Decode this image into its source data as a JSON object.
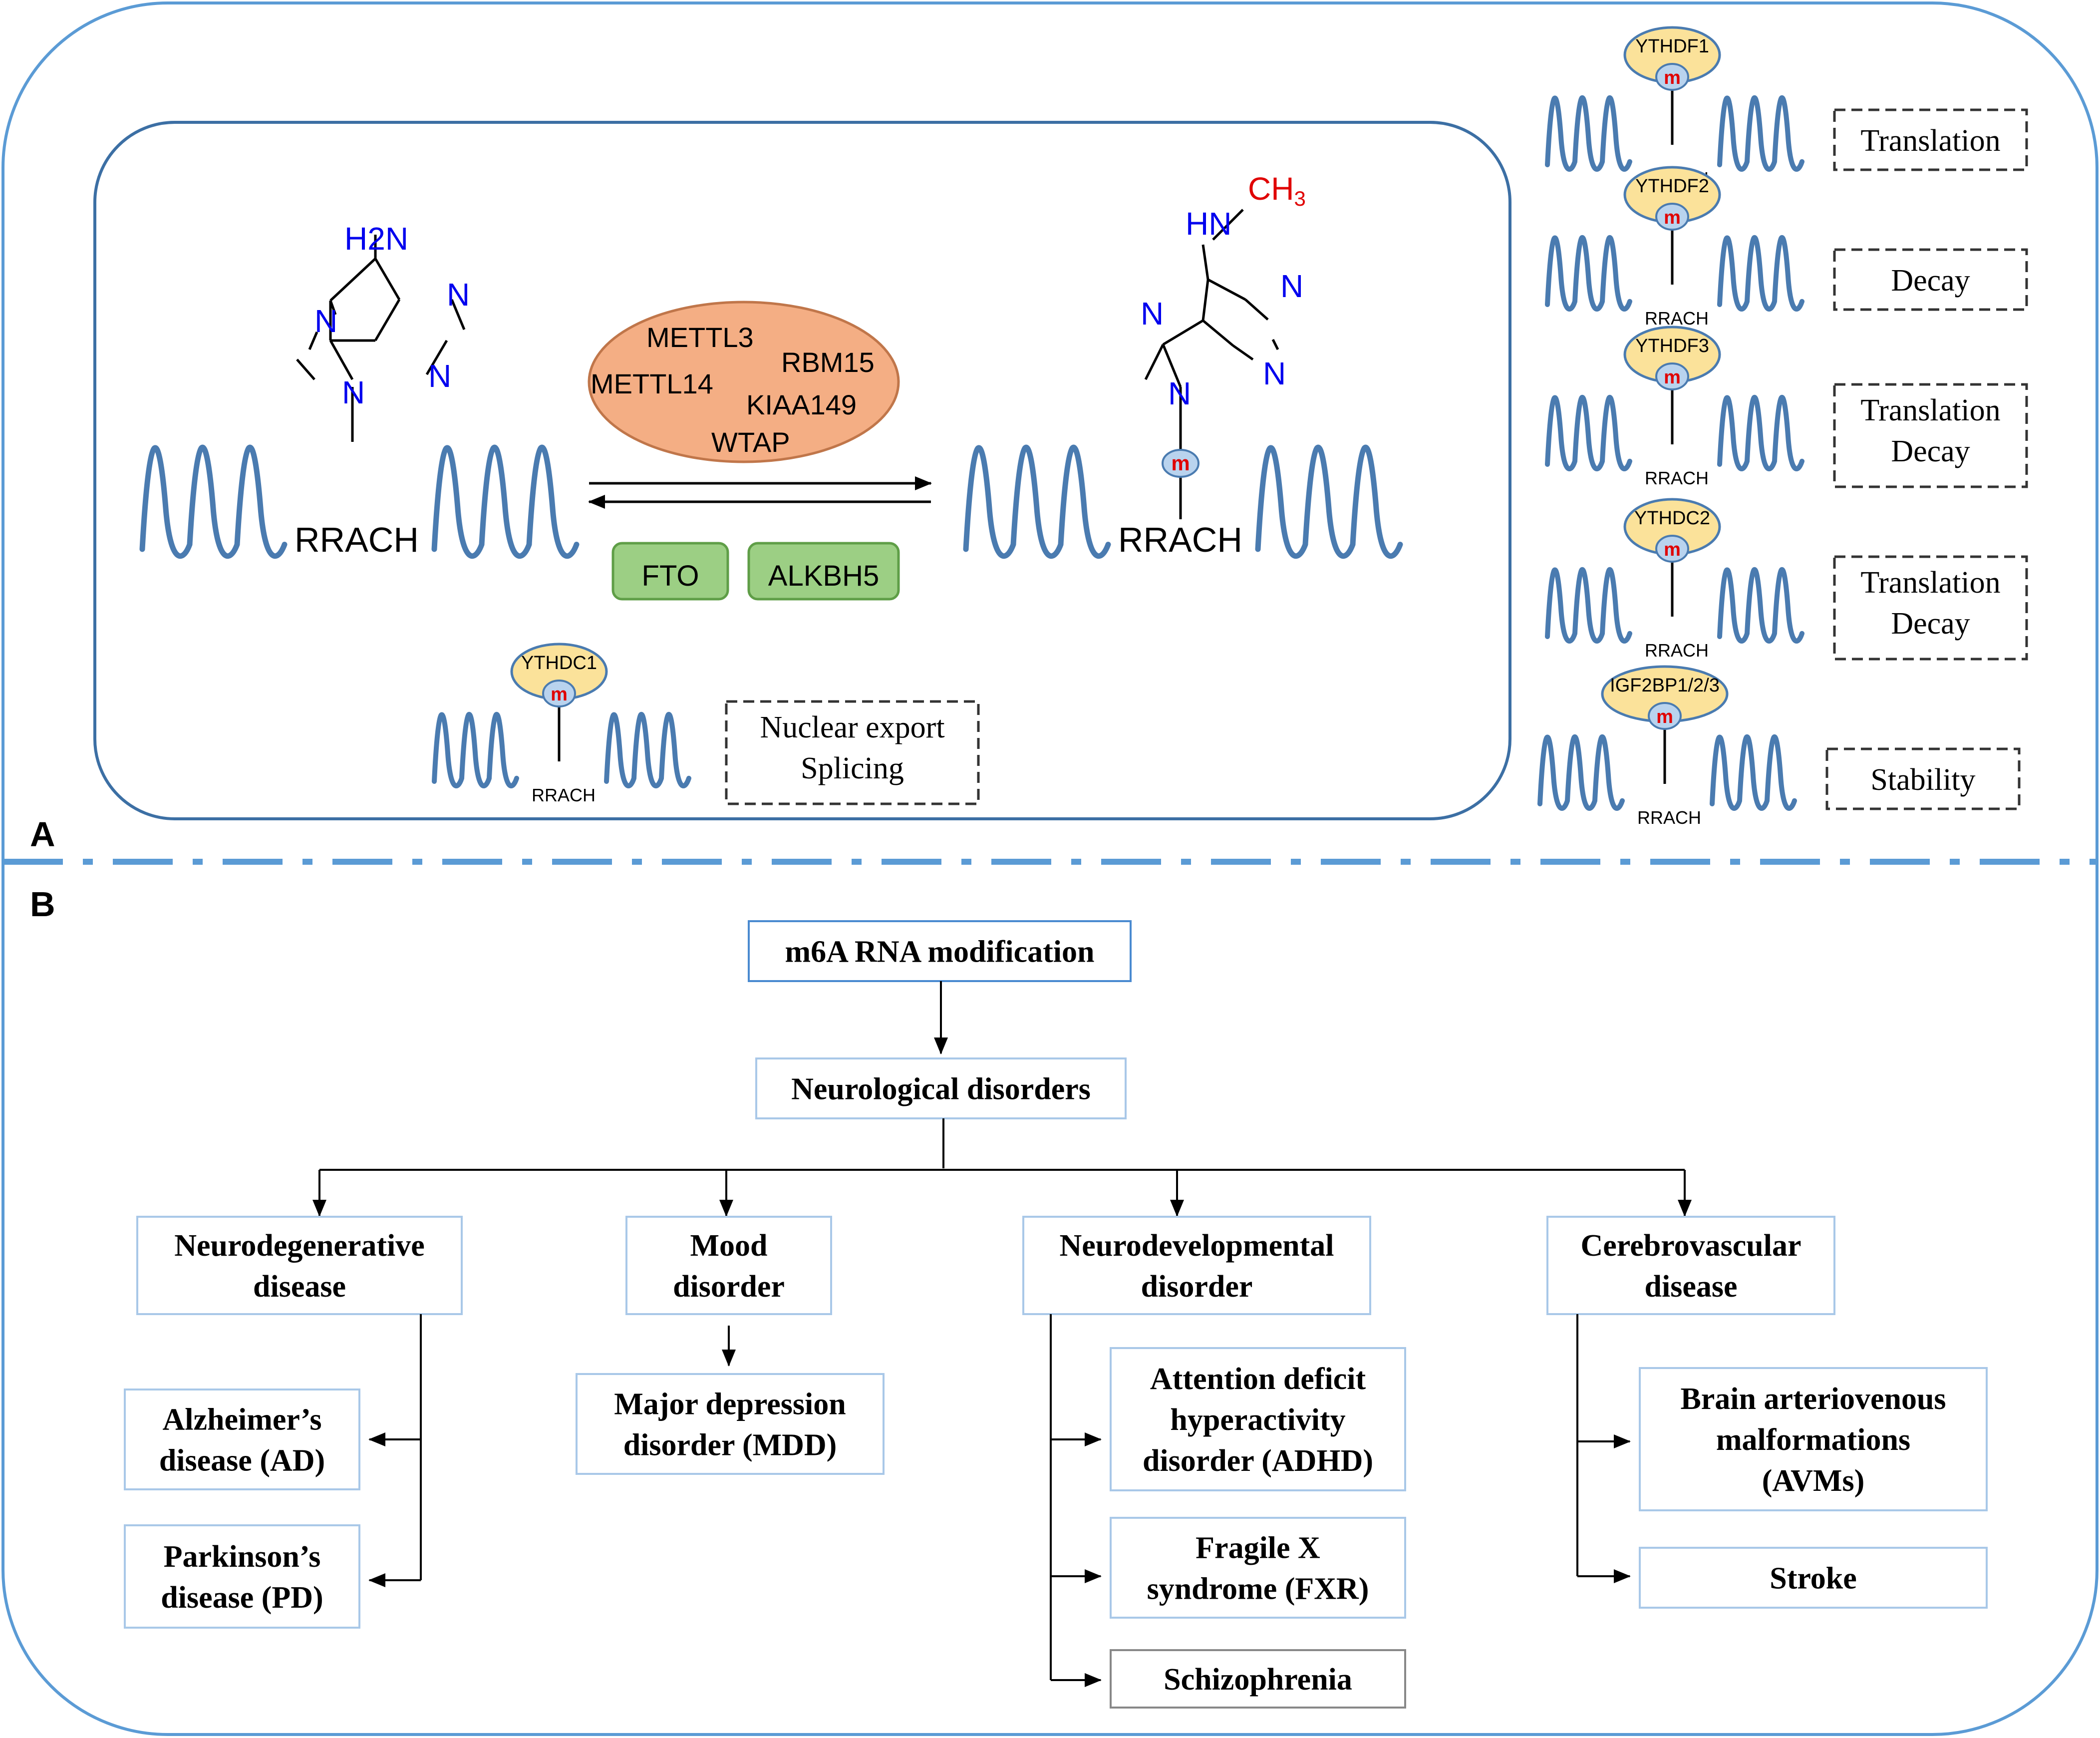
{
  "panel_labels": {
    "a": "A",
    "b": "B"
  },
  "colors": {
    "border": "#5b9bd5",
    "wave": "#4a7bb0",
    "writer_fill": "#f4ae84",
    "writer_stroke": "#c0764a",
    "eraser_fill": "#9ccf84",
    "eraser_stroke": "#5f9e47",
    "reader_fill": "#fbe29a",
    "reader_stroke": "#4a7bb0",
    "m_fill": "#b9d3ee",
    "m_text": "#e00000",
    "nitrogen": "#0000ee",
    "methyl": "#e00000",
    "box_border": "#a9c8e8"
  },
  "panel_a": {
    "motif": "RRACH",
    "adenine": {
      "nh2": "H2N",
      "n": "N"
    },
    "m6a": {
      "hn": "HN",
      "ch3": "CH3",
      "n": "N"
    },
    "m_mark": "m",
    "writers": [
      "METTL3",
      "METTL14",
      "RBM15",
      "KIAA149",
      "WTAP"
    ],
    "erasers": [
      "FTO",
      "ALKBH5"
    ],
    "nuclear_reader": {
      "name": "YTHDC1",
      "functions": [
        "Nuclear export",
        "Splicing"
      ]
    },
    "readers": [
      {
        "name": "YTHDF1",
        "functions": [
          "Translation"
        ]
      },
      {
        "name": "YTHDF2",
        "functions": [
          "Decay"
        ]
      },
      {
        "name": "YTHDF3",
        "functions": [
          "Translation",
          "Decay"
        ]
      },
      {
        "name": "YTHDC2",
        "functions": [
          "Translation",
          "Decay"
        ]
      },
      {
        "name": "IGF2BP1/2/3",
        "functions": [
          "Stability"
        ]
      }
    ]
  },
  "panel_b": {
    "root": "m6A RNA modification",
    "level1": "Neurological disorders",
    "categories": [
      {
        "lines": [
          "Neurodegenerative",
          "disease"
        ],
        "children": [
          [
            "Alzheimer’s",
            "disease (AD)"
          ],
          [
            "Parkinson’s",
            "disease (PD)"
          ]
        ]
      },
      {
        "lines": [
          "Mood",
          "disorder"
        ],
        "children": [
          [
            "Major depression",
            "disorder (MDD)"
          ]
        ]
      },
      {
        "lines": [
          "Neurodevelopmental",
          "disorder"
        ],
        "children": [
          [
            "Attention deficit",
            "hyperactivity",
            "disorder (ADHD)"
          ],
          [
            "Fragile X",
            "syndrome (FXR)"
          ],
          [
            "Schizophrenia"
          ]
        ]
      },
      {
        "lines": [
          "Cerebrovascular",
          "disease"
        ],
        "children": [
          [
            "Brain arteriovenous",
            "malformations",
            "(AVMs)"
          ],
          [
            "Stroke"
          ]
        ]
      }
    ]
  }
}
